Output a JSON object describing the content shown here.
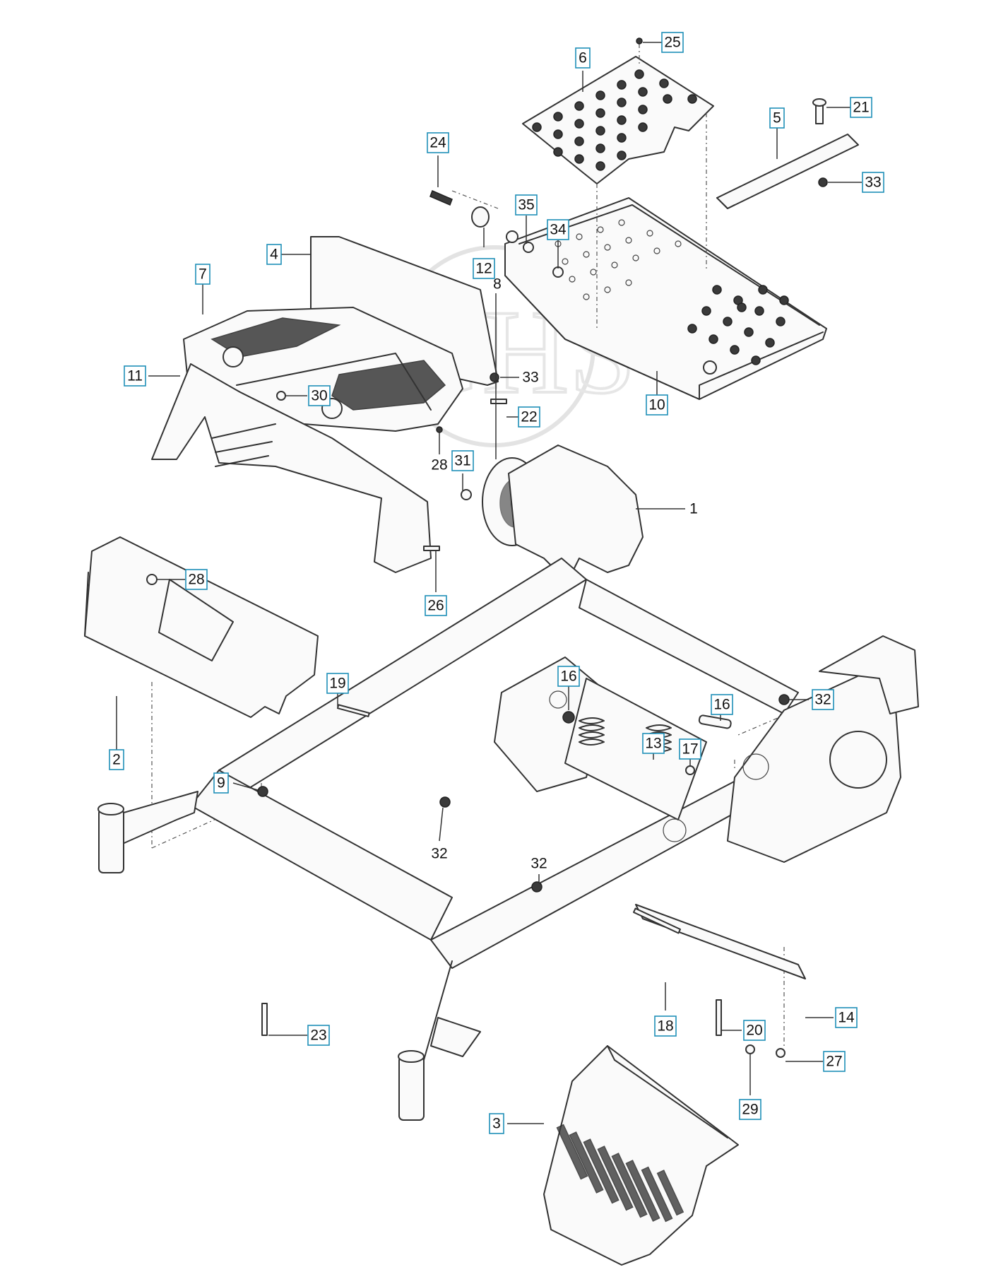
{
  "callouts": [
    {
      "id": "c1",
      "label": "1"
    },
    {
      "id": "c2",
      "label": "2"
    },
    {
      "id": "c3",
      "label": "3"
    },
    {
      "id": "c4",
      "label": "4"
    },
    {
      "id": "c5",
      "label": "5"
    },
    {
      "id": "c6",
      "label": "6"
    },
    {
      "id": "c7",
      "label": "7"
    },
    {
      "id": "c8",
      "label": "8"
    },
    {
      "id": "c9",
      "label": "9"
    },
    {
      "id": "c10",
      "label": "10"
    },
    {
      "id": "c11",
      "label": "11"
    },
    {
      "id": "c12",
      "label": "12"
    },
    {
      "id": "c13",
      "label": "13"
    },
    {
      "id": "c14",
      "label": "14"
    },
    {
      "id": "c16a",
      "label": "16"
    },
    {
      "id": "c16b",
      "label": "16"
    },
    {
      "id": "c17",
      "label": "17"
    },
    {
      "id": "c18",
      "label": "18"
    },
    {
      "id": "c19",
      "label": "19"
    },
    {
      "id": "c20",
      "label": "20"
    },
    {
      "id": "c21",
      "label": "21"
    },
    {
      "id": "c22",
      "label": "22"
    },
    {
      "id": "c23",
      "label": "23"
    },
    {
      "id": "c24",
      "label": "24"
    },
    {
      "id": "c25",
      "label": "25"
    },
    {
      "id": "c26",
      "label": "26"
    },
    {
      "id": "c27",
      "label": "27"
    },
    {
      "id": "c28a",
      "label": "28"
    },
    {
      "id": "c28b",
      "label": "28"
    },
    {
      "id": "c29",
      "label": "29"
    },
    {
      "id": "c30",
      "label": "30"
    },
    {
      "id": "c31",
      "label": "31"
    },
    {
      "id": "c32a",
      "label": "32"
    },
    {
      "id": "c32b",
      "label": "32"
    },
    {
      "id": "c32c",
      "label": "32"
    },
    {
      "id": "c33a",
      "label": "33"
    },
    {
      "id": "c33b",
      "label": "33"
    },
    {
      "id": "c34",
      "label": "34"
    },
    {
      "id": "c35",
      "label": "35"
    }
  ],
  "watermark": "GHS"
}
